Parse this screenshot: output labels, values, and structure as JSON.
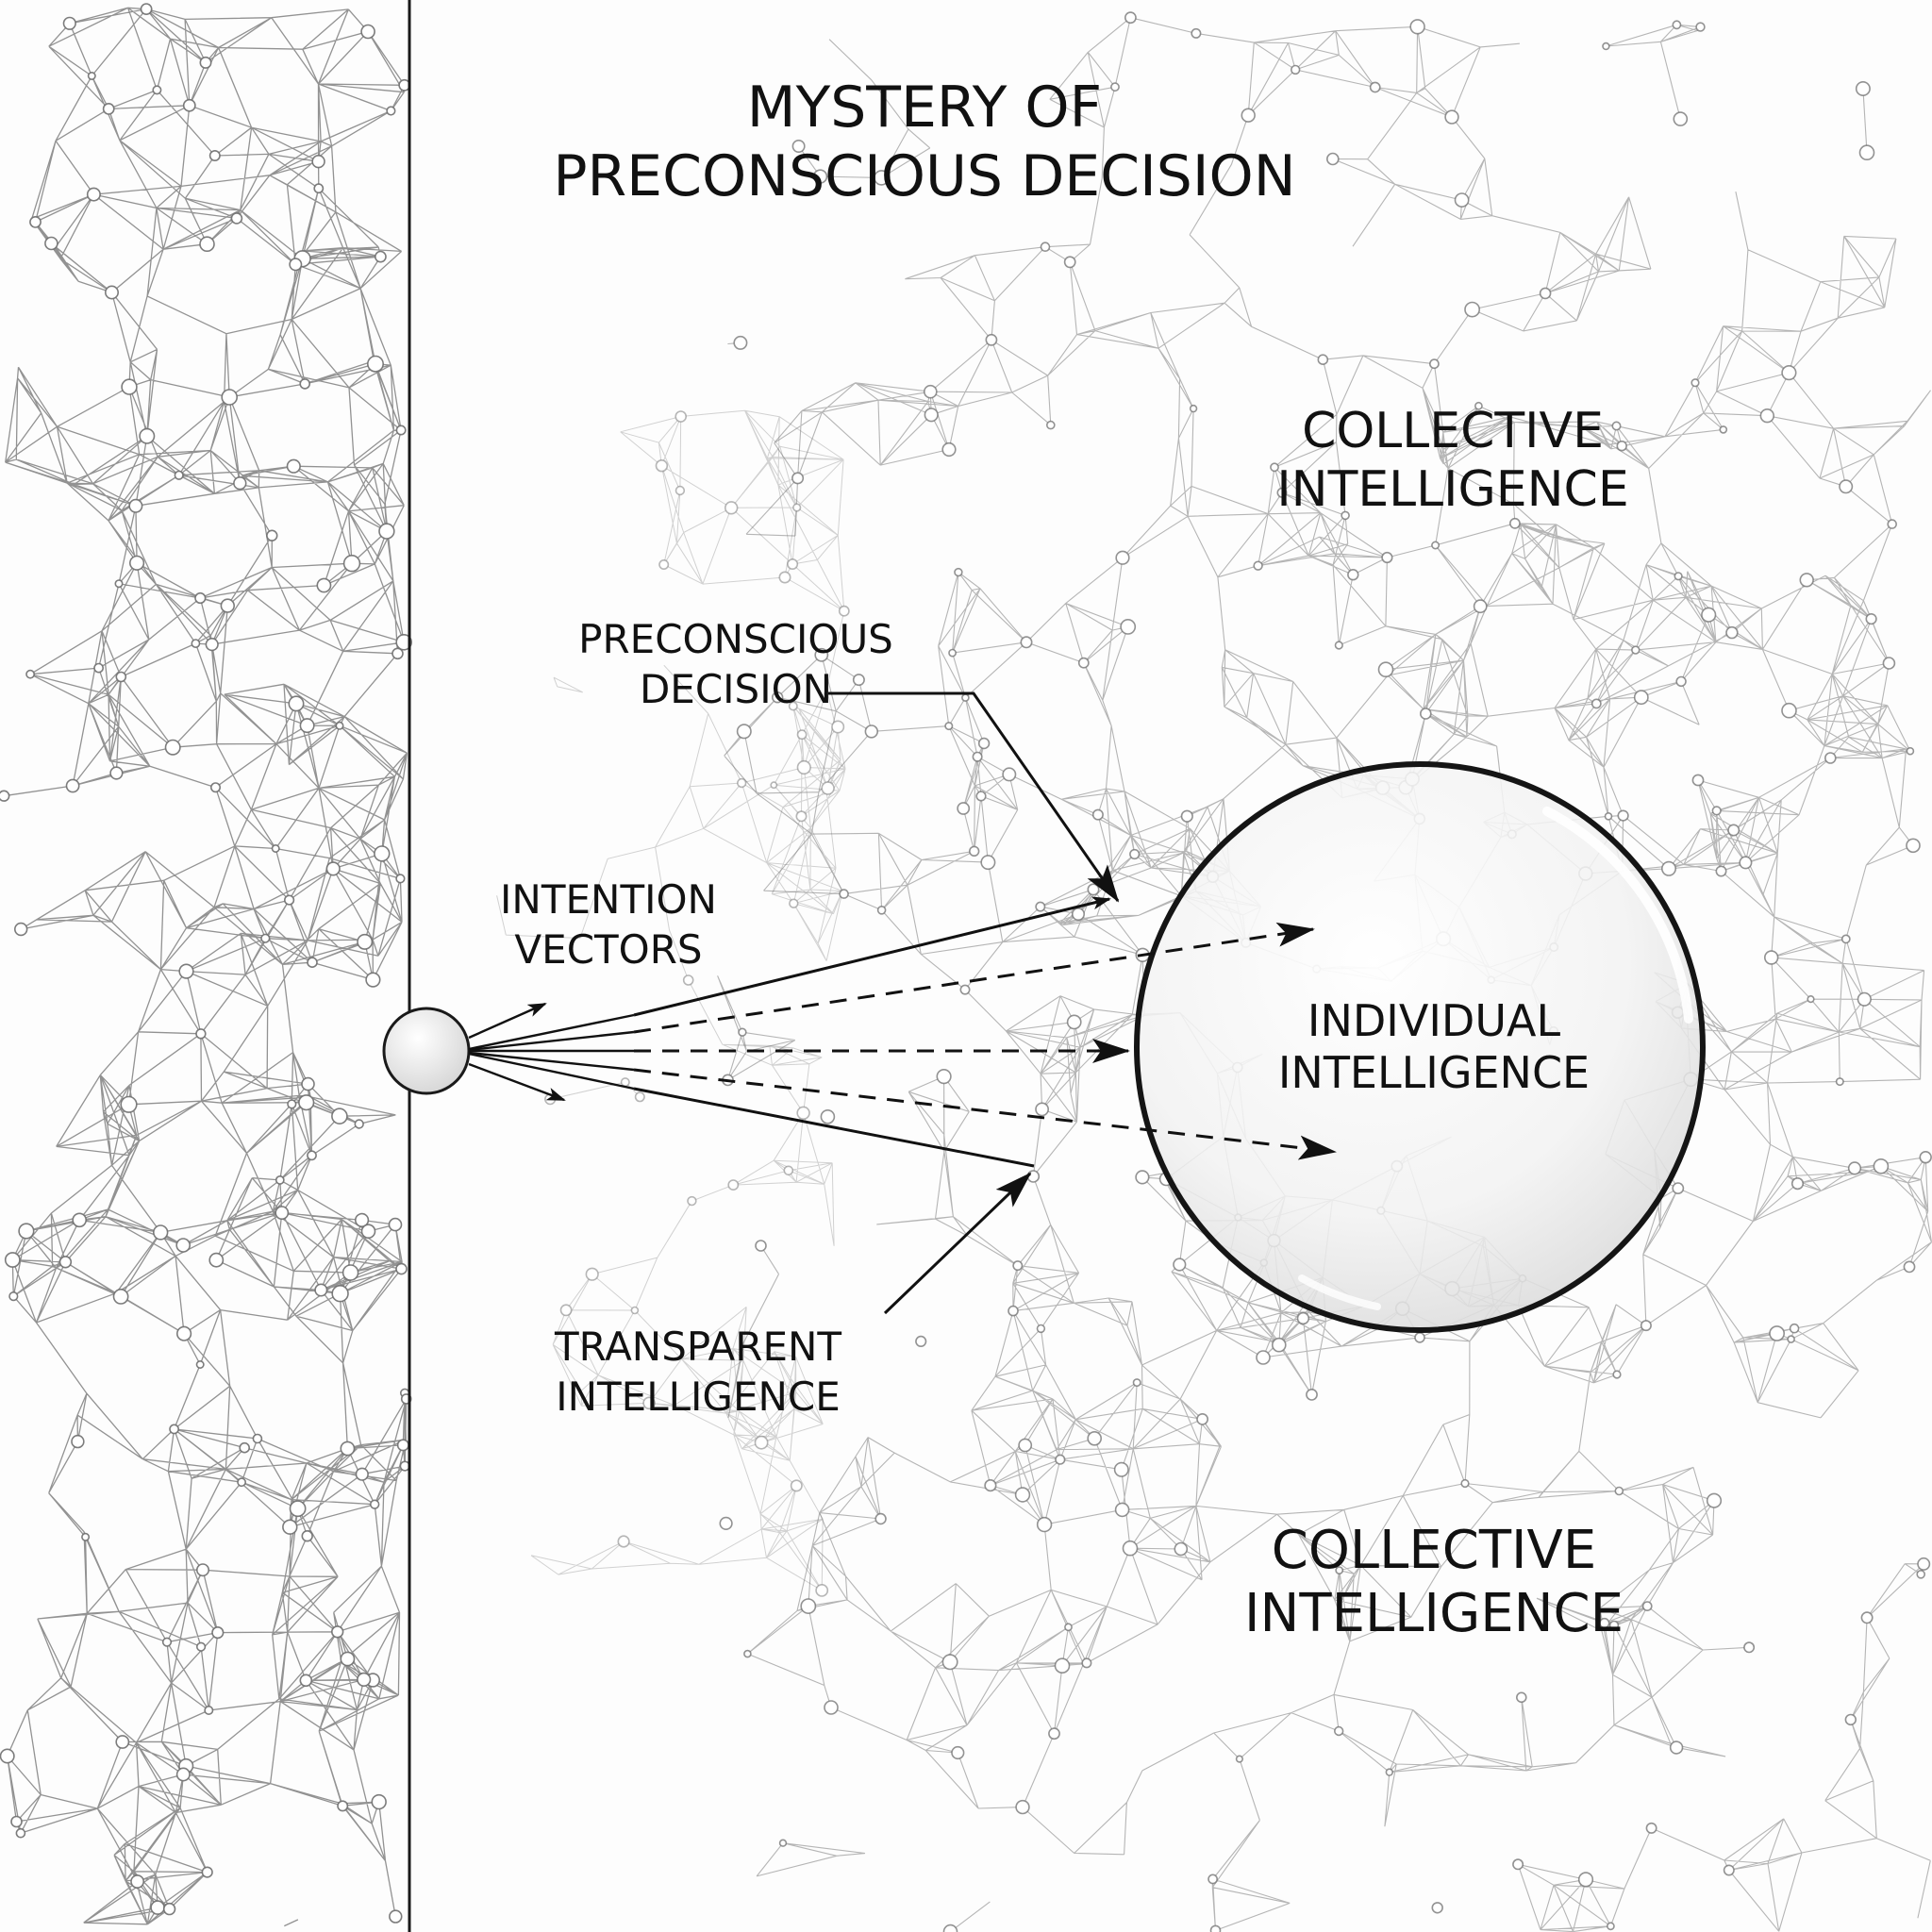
{
  "title": {
    "line1": "MYSTERY OF",
    "line2": "PRECONSCIOUS DECISION"
  },
  "labels": {
    "collective_top": {
      "line1": "COLLECTIVE",
      "line2": "INTELLIGENCE"
    },
    "collective_bottom": {
      "line1": "COLLECTIVE",
      "line2": "INTELLIGENCE"
    },
    "individual": {
      "line1": "INDIVIDUAL",
      "line2": "INTELLIGENCE"
    },
    "preconscious": {
      "line1": "PRECONSCIOUS",
      "line2": "DECISION"
    },
    "intention": {
      "line1": "INTENTION",
      "line2": "VECTORS"
    },
    "transparent": {
      "line1": "TRANSPARENT",
      "line2": "INTELLIGENCE"
    }
  },
  "colors": {
    "background": "#fdfdfd",
    "ink": "#111111",
    "network": "#6e6e6e"
  }
}
